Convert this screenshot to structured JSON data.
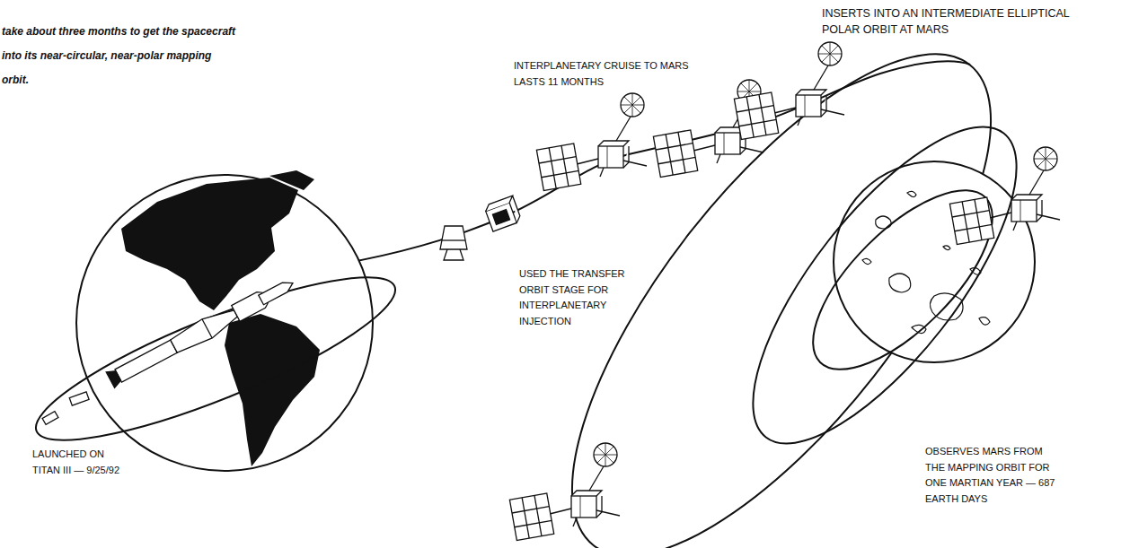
{
  "diagram": {
    "caption": "take about three months to get the spacecraft into its near-circular, near-polar mapping orbit.",
    "labels": [
      "INSERTS INTO AN INTERMEDIATE ELLIPTICAL POLAR ORBIT AT MARS",
      "INTERPLANETARY CRUISE TO MARS LASTS 11 MONTHS",
      "USED THE TRANSFER ORBIT STAGE FOR INTERPLANETARY INJECTION",
      "LAUNCHED ON TITAN III — 9/25/92",
      "OBSERVES MARS FROM THE MAPPING ORBIT FOR ONE MARTIAN YEAR — 687 EARTH DAYS"
    ]
  }
}
